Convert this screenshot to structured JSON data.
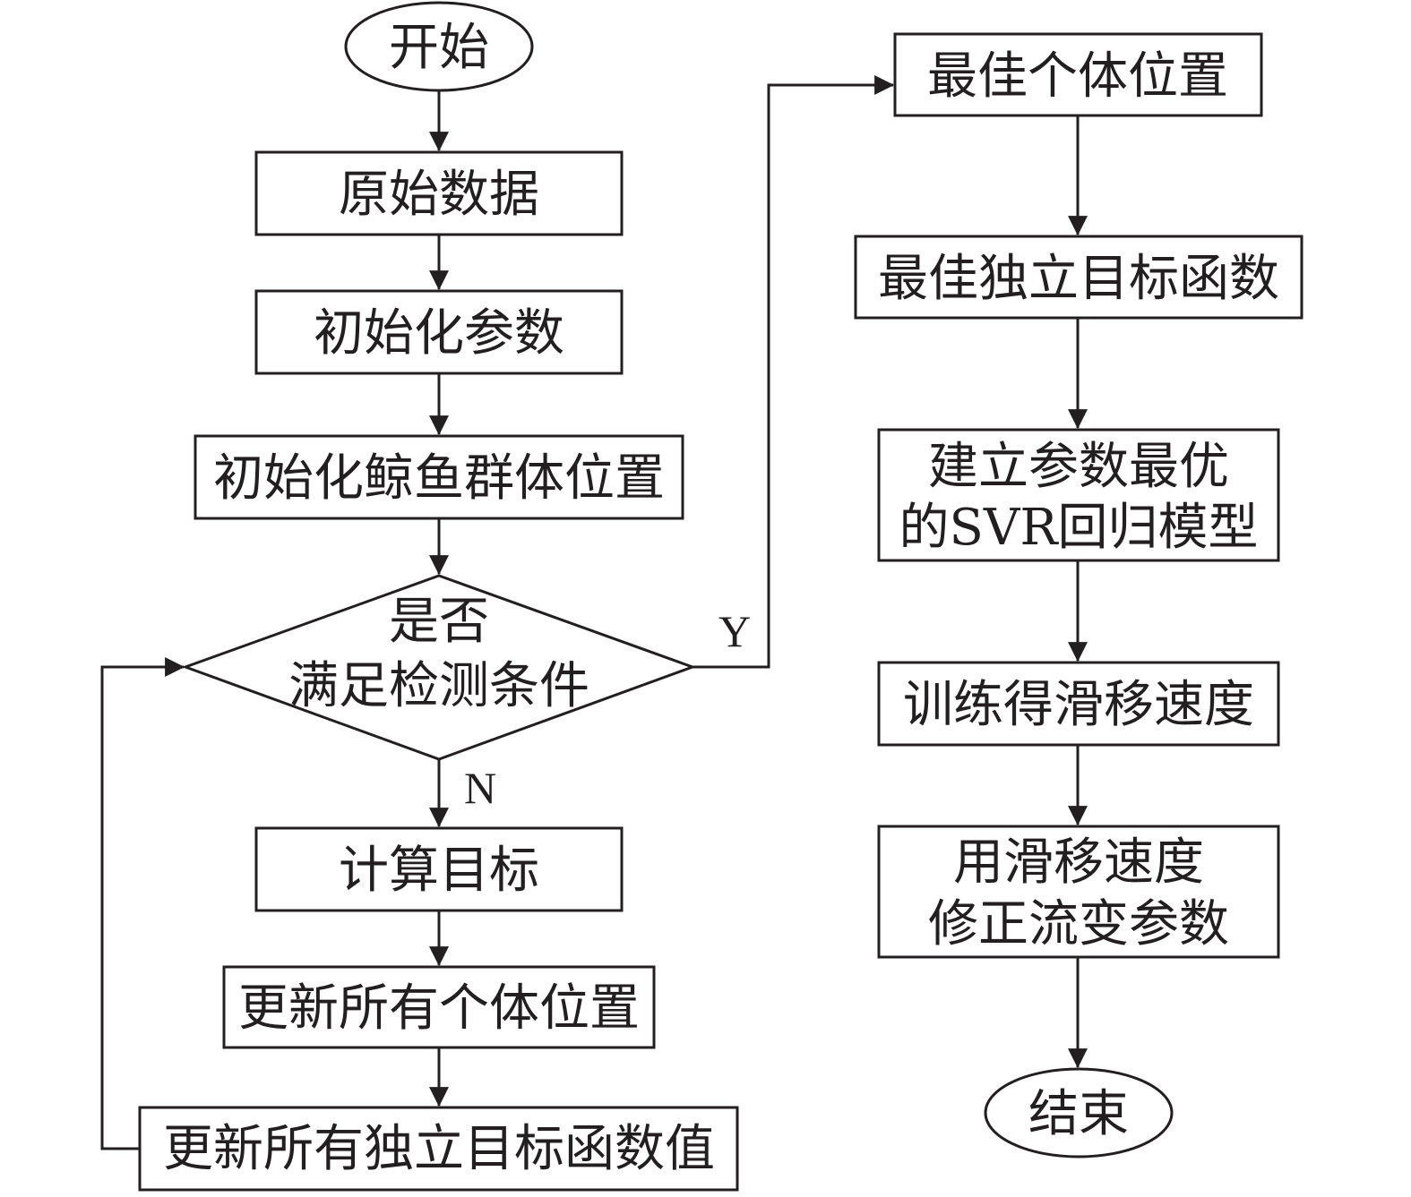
{
  "colors": {
    "stroke": "#231f20",
    "background": "#ffffff"
  },
  "nodes": {
    "start": "开始",
    "raw_data": "原始数据",
    "init_params": "初始化参数",
    "init_whale_positions": "初始化鲸鱼群体位置",
    "decision_line1": "是否",
    "decision_line2": "满足检测条件",
    "compute_target": "计算目标",
    "update_positions": "更新所有个体位置",
    "update_objective_values": "更新所有独立目标函数值",
    "best_position": "最佳个体位置",
    "best_objective": "最佳独立目标函数",
    "build_svr_line1": "建立参数最优",
    "build_svr_line2": "的SVR回归模型",
    "train_slip_speed": "训练得滑移速度",
    "correct_line1": "用滑移速度",
    "correct_line2": "修正流变参数",
    "end": "结束"
  },
  "edge_labels": {
    "yes": "Y",
    "no": "N"
  }
}
